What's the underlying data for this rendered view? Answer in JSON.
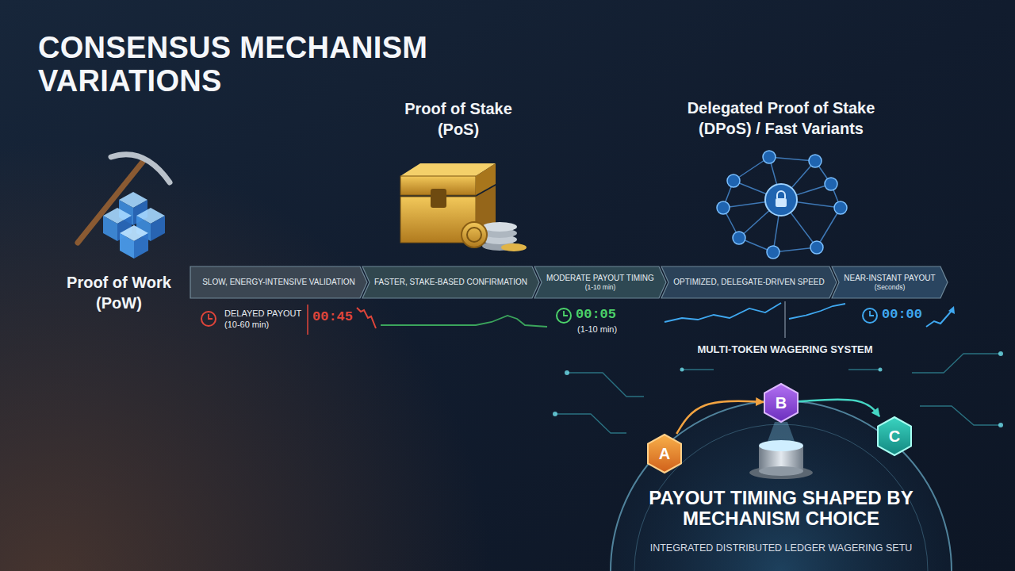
{
  "diagram": {
    "title": "CONSENSUS MECHANISM VARIATIONS",
    "nodes": [
      {
        "text": [
          "SLOW, ENERGY-INTENSIVE VALIDATION"
        ]
      },
      {
        "text": [
          "FASTER, STAKE-BASED CONFIRMATION"
        ]
      },
      {
        "text": [
          "MODERATE PAYOUT TIMING",
          "(1-10 min)"
        ]
      },
      {
        "text": [
          "OPTIMIZED, DELEGATE-DRIVEN SPEED"
        ]
      },
      {
        "text": [
          "NEAR-INSTANT PAYOUT",
          "(Seconds)"
        ]
      },
      {
        "text": [
          "A"
        ]
      },
      {
        "text": [
          "B"
        ]
      },
      {
        "text": [
          "C"
        ]
      }
    ],
    "edges": [
      {
        "from": 5,
        "to": 6,
        "arrow": "to"
      },
      {
        "from": 6,
        "to": 7,
        "arrow": "to"
      }
    ],
    "labels": [
      "Proof of Work (PoW)",
      "Proof of Stake (PoS)",
      "Delegated Proof of Stake (DPoS) / Fast Variants",
      "DELAYED PAYOUT (10-60 min)",
      "00:45",
      "00:05",
      "(1-10 min)",
      "00:00",
      "MULTI-TOKEN WAGERING SYSTEM",
      "PAYOUT TIMING SHAPED BY MECHANISM CHOICE",
      "INTEGRATED DISTRIBUTED LEDGER WAGERING SETU"
    ]
  }
}
